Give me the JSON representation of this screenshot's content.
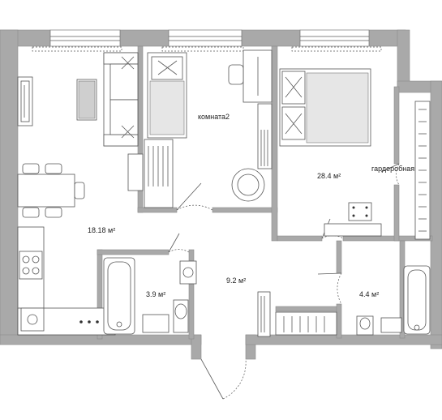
{
  "rooms": {
    "living_area": "18.18 м²",
    "room2_name": "комната2",
    "bedroom_area": "28.4 м²",
    "wardrobe_name": "гардеробная",
    "bathroom1_area": "3.9 м²",
    "hall_area": "9.2 м²",
    "bathroom2_area": "4.4 м²"
  },
  "colors": {
    "wall": "#a9a9a9",
    "line": "#555555",
    "background": "#ffffff"
  }
}
